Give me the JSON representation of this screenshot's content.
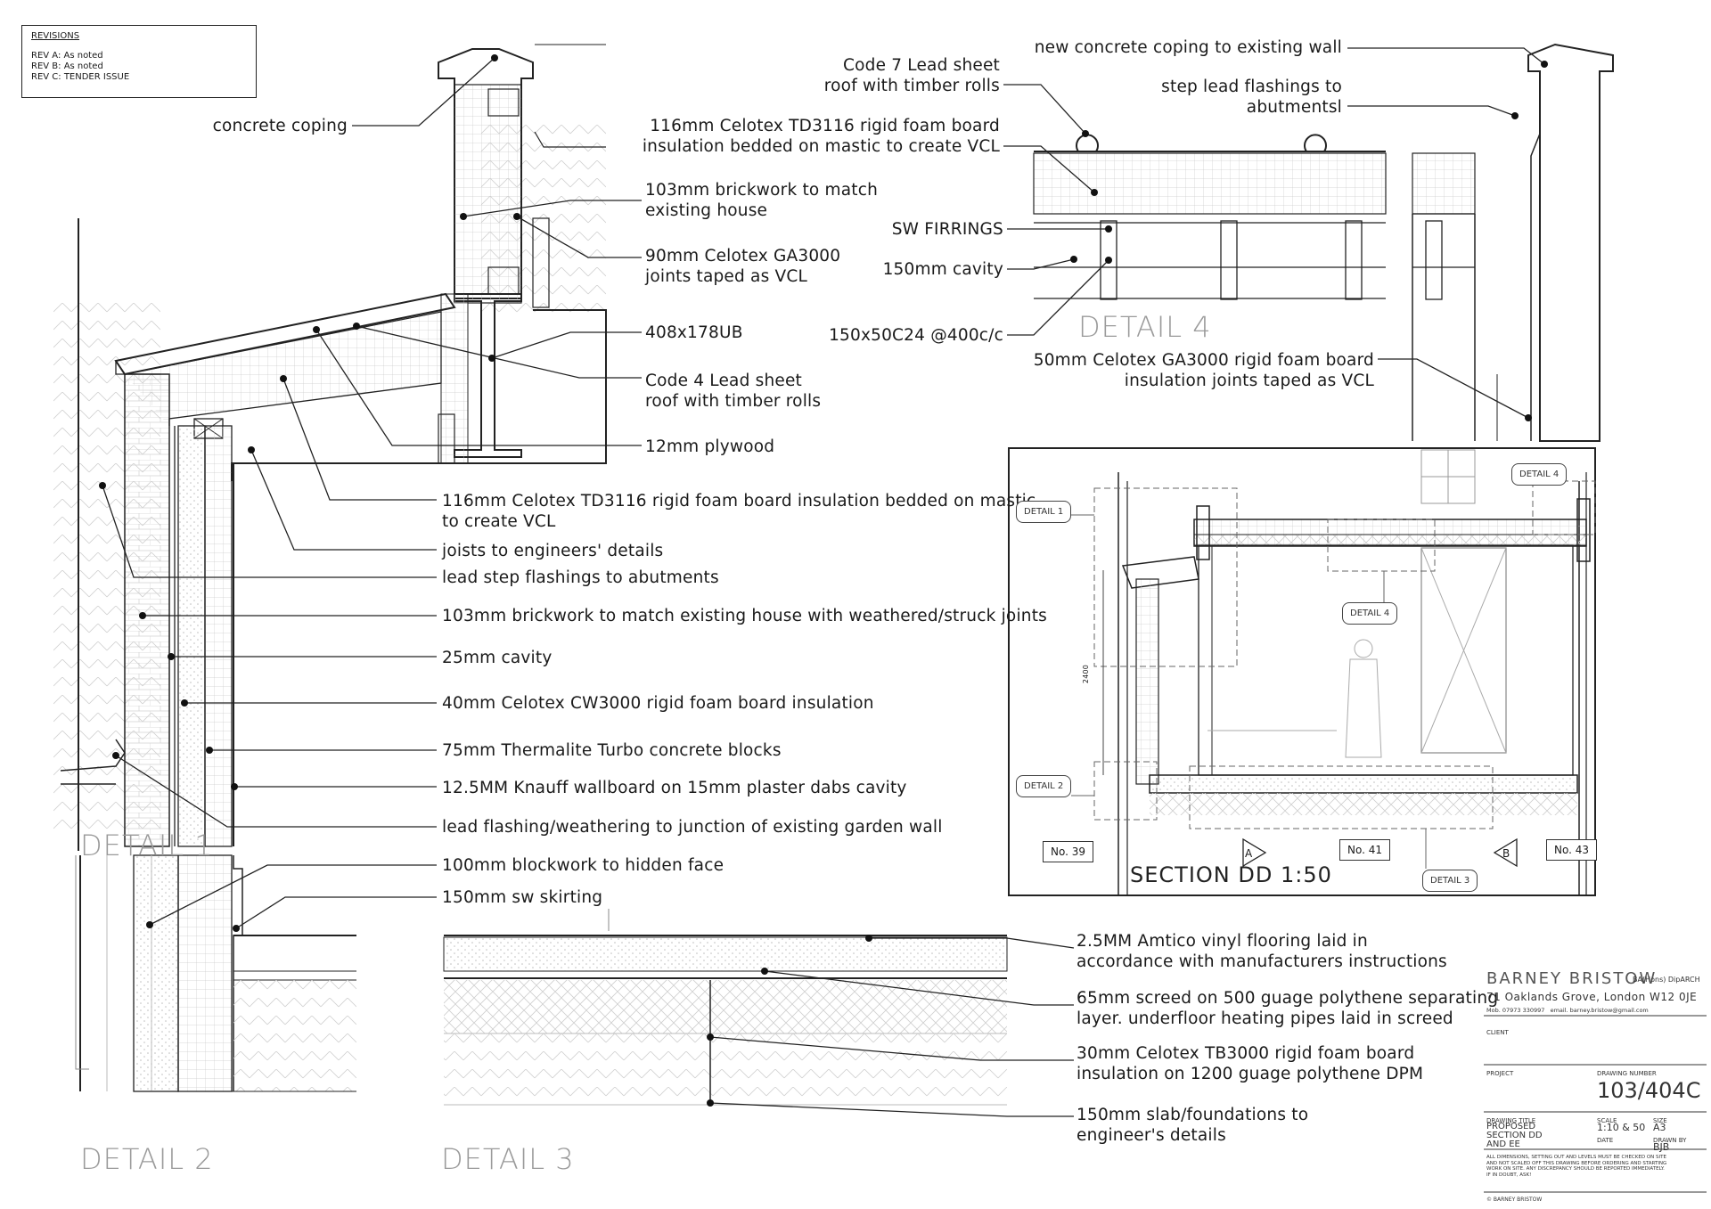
{
  "revisions": {
    "heading": "REVISIONS",
    "items": [
      "REV A:  As noted",
      "REV B:  As noted",
      "REV C:  TENDER ISSUE"
    ]
  },
  "detail1": {
    "title": "DETAIL 1",
    "labels": {
      "coping": "concrete coping",
      "brick103": "103mm brickwork to match\nexisting house",
      "ga3000": "90mm Celotex GA3000\njoints taped as VCL",
      "ub": "408x178UB",
      "code4": "Code 4 Lead sheet\nroof with timber rolls",
      "plywood": "12mm plywood",
      "td3116": "116mm Celotex TD3116 rigid foam board insulation bedded on mastic\nto create VCL",
      "joists": "joists to engineers' details",
      "stepflash": "lead step flashings to abutments",
      "brickweather": "103mm brickwork to match existing house with weathered/struck joints",
      "cavity25": "25mm cavity",
      "cw3000": "40mm Celotex CW3000 rigid foam board insulation",
      "thermalite": "75mm Thermalite Turbo concrete blocks",
      "knauf": "12.5MM Knauff wallboard on 15mm plaster dabs cavity",
      "gardenwall": "lead flashing/weathering to junction of existing garden wall"
    }
  },
  "detail2": {
    "title": "DETAIL 2",
    "labels": {
      "blockwork": "100mm blockwork to hidden face",
      "skirting": "150mm sw skirting"
    }
  },
  "detail3": {
    "title": "DETAIL 3",
    "labels": {
      "amtico": "2.5MM Amtico vinyl flooring laid in\naccordance with manufacturers instructions",
      "screed": "65mm screed on 500 guage polythene separating\nlayer. underfloor heating pipes laid in screed",
      "tb3000": "30mm Celotex TB3000 rigid foam board\ninsulation on 1200 guage polythene DPM",
      "slab": "150mm slab/foundations to\nengineer's details"
    }
  },
  "detail4": {
    "title": "DETAIL 4",
    "labels": {
      "newcoping": "new concrete coping to existing wall",
      "steplead": "step lead flashings to\nabutmentsl",
      "code7": "Code 7 Lead sheet\nroof with timber rolls",
      "td3116b": "116mm Celotex TD3116 rigid foam board\ninsulation bedded on mastic to create VCL",
      "firrings": "SW FIRRINGS",
      "cavity150": "150mm cavity",
      "c24": "150x50C24 @400c/c",
      "ga3000b": "50mm Celotex GA3000 rigid foam board\ninsulation joints taped as VCL"
    }
  },
  "section": {
    "title": "SECTION DD 1:50",
    "tags": [
      "DETAIL 1",
      "DETAIL 2",
      "DETAIL 3",
      "DETAIL 4",
      "DETAIL 4"
    ],
    "numbers": [
      "No. 39",
      "No. 41",
      "No. 43"
    ],
    "markers": [
      "A",
      "B"
    ],
    "dimension": "2400"
  },
  "titleblock": {
    "firm": "BARNEY BRISTOW",
    "quals": "BA(Hons) DipARCH",
    "address": "71 Oaklands Grove, London W12 0JE",
    "contact": "Mob. 07973 330997   email. barney.bristow@gmail.com",
    "client_label": "CLIENT",
    "project_label": "PROJECT",
    "drawing_number_label": "DRAWING NUMBER",
    "drawing_number": "103/404C",
    "drawing_title_label": "DRAWING TITLE",
    "drawing_title": "PROPOSED\nSECTION DD\nAND EE",
    "scale_label": "SCALE",
    "scale": "1:10 & 50",
    "size_label": "SIZE",
    "size": "A3",
    "date_label": "DATE",
    "drawn_label": "DRAWN BY",
    "drawn": "BJB",
    "note": "ALL DIMENSIONS, SETTING OUT AND LEVELS MUST BE CHECKED ON SITE\nAND NOT SCALED OFF THIS DRAWING BEFORE ORDERING AND STARTING\nWORK ON SITE. ANY DISCREPANCY SHOULD BE REPORTED IMMEDIATELY.\nIF IN DOUBT, ASK!",
    "copyright": "© BARNEY BRISTOW"
  }
}
